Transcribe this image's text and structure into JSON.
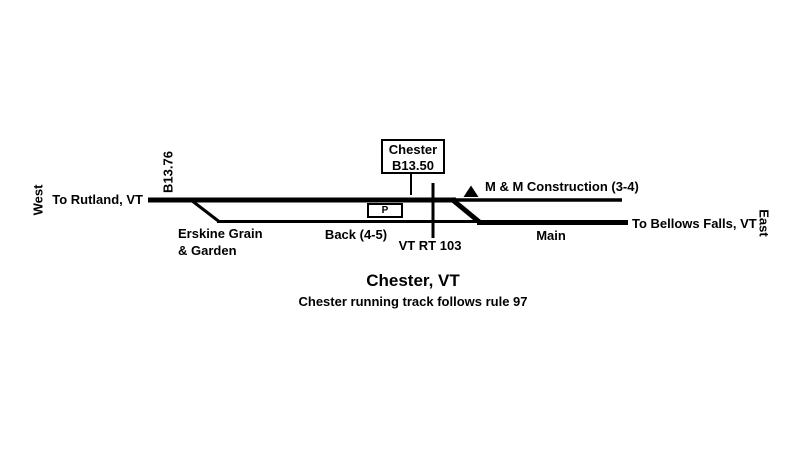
{
  "diagram": {
    "colors": {
      "ink": "#000000",
      "background": "#ffffff"
    },
    "direction_labels": {
      "west": "West",
      "east": "East"
    },
    "endpoints": {
      "west": "To Rutland, VT",
      "east": "To Bellows Falls, VT"
    },
    "mileposts": {
      "west_switch": "B13.76"
    },
    "station_sign": {
      "name": "Chester",
      "milepost": "B13.50"
    },
    "platform_sign": "P",
    "labels": {
      "industry_spur": "Erskine Grain\n& Garden",
      "back_track": "Back (4-5)",
      "main_track": "Main",
      "siding": "M & M Construction (3-4)",
      "road_crossing": "VT RT 103"
    },
    "title": "Chester, VT",
    "subtitle": "Chester running track follows rule 97"
  }
}
